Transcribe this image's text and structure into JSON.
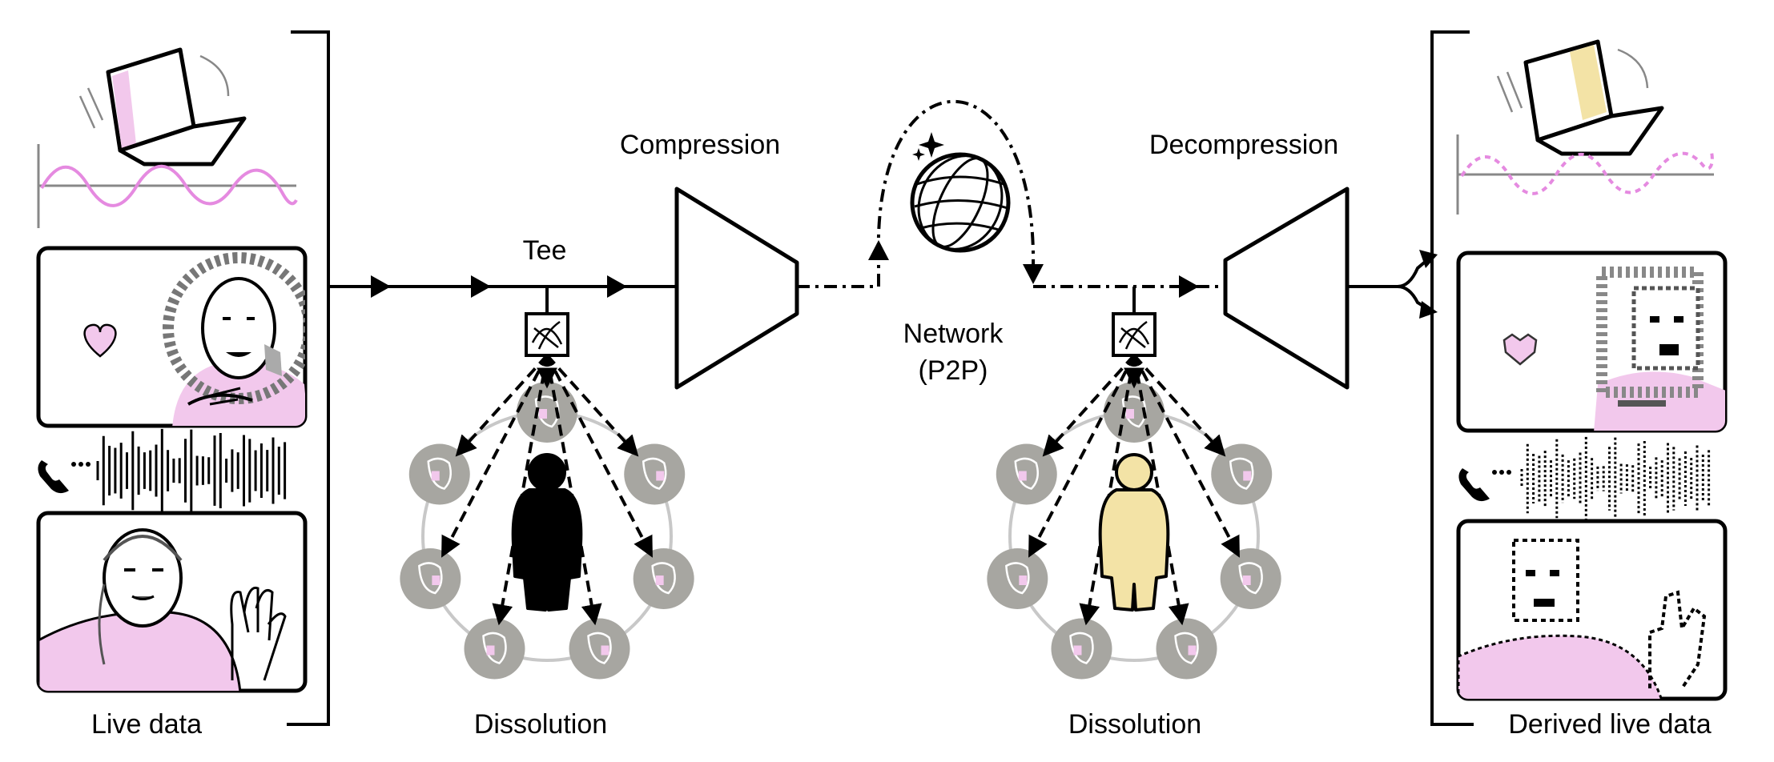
{
  "labels": {
    "live_data": "Live data",
    "dissolution_left": "Dissolution",
    "tee": "Tee",
    "compression": "Compression",
    "network": "Network",
    "network_sub": "(P2P)",
    "decompression": "Decompression",
    "dissolution_right": "Dissolution",
    "derived_live_data": "Derived live data"
  },
  "colors": {
    "accent_pink": "#f2c8ec",
    "wave_pink": "#e58ae0",
    "body_tan": "#f3e3a6",
    "token_gray": "#a7a6a1",
    "ring_gray": "#c8c8c8",
    "ink": "#000000"
  },
  "icons": [
    "laptop-icon",
    "phone-icon",
    "heart-icon",
    "globe-icon",
    "sparkle-icon",
    "tee-splitter-icon",
    "body-silhouette-icon",
    "body-part-icon"
  ]
}
